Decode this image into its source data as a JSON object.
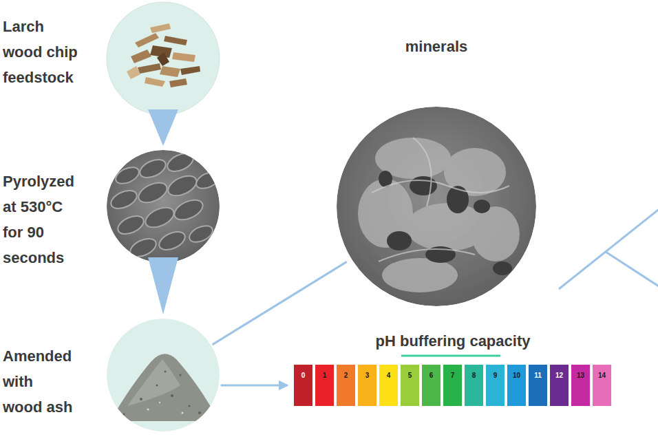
{
  "diagram": {
    "nodes": [
      {
        "text": [
          "Larch wood chip feedstock"
        ]
      },
      {
        "text": [
          "Pyrolyzed at 530°C for 90 seconds"
        ]
      },
      {
        "text": [
          "Amended with wood ash"
        ]
      },
      {
        "text": [
          "minerals"
        ]
      },
      {
        "text": [
          "pH buffering capacity"
        ]
      },
      {
        "text": [
          "0"
        ],
        "in": 4
      },
      {
        "text": [
          "1"
        ],
        "in": 4
      },
      {
        "text": [
          "2"
        ],
        "in": 4
      },
      {
        "text": [
          "3"
        ],
        "in": 4
      },
      {
        "text": [
          "4"
        ],
        "in": 4
      },
      {
        "text": [
          "5"
        ],
        "in": 4
      },
      {
        "text": [
          "6"
        ],
        "in": 4
      },
      {
        "text": [
          "7"
        ],
        "in": 4
      },
      {
        "text": [
          "8"
        ],
        "in": 4
      },
      {
        "text": [
          "9"
        ],
        "in": 4
      },
      {
        "text": [
          "10"
        ],
        "in": 4
      },
      {
        "text": [
          "11"
        ],
        "in": 4
      },
      {
        "text": [
          "12"
        ],
        "in": 4
      },
      {
        "text": [
          "13"
        ],
        "in": 4
      },
      {
        "text": [
          "14"
        ],
        "in": 4
      }
    ],
    "edges": [
      {
        "from": 0,
        "to": 1,
        "arrow": "to"
      },
      {
        "from": 1,
        "to": 2,
        "arrow": "to"
      },
      {
        "from": 2,
        "to": 3,
        "arrow": "none"
      },
      {
        "from": 2,
        "to": 4,
        "arrow": "to"
      }
    ]
  }
}
